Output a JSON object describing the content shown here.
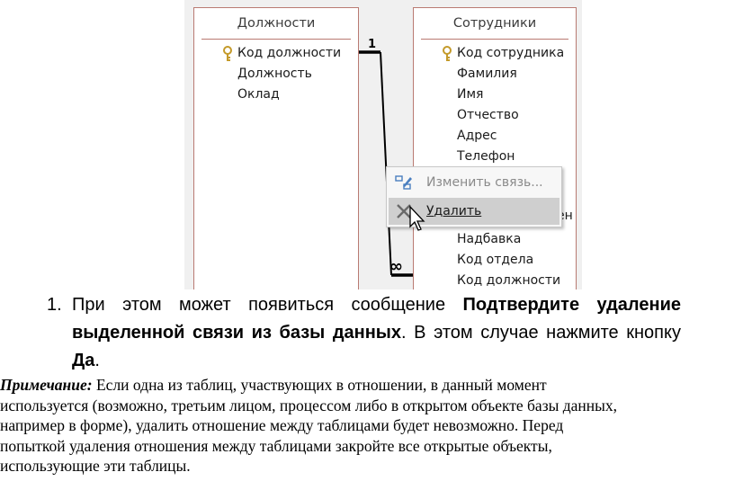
{
  "screenshot": {
    "table1": {
      "title": "Должности",
      "fields": [
        "Код должности",
        "Должность",
        "Оклад"
      ]
    },
    "table2": {
      "title": "Сотрудники",
      "fields": [
        "Код сотрудника",
        "Фамилия",
        "Имя",
        "Отчество",
        "Адрес",
        "Телефон",
        "Надбавка",
        "Код отдела",
        "Код должности"
      ],
      "partial_field_fragment": "ен"
    },
    "relationship": {
      "one_label": "1",
      "many_label": "∞"
    },
    "context_menu": {
      "items": [
        {
          "label": "Изменить связь...",
          "icon": "edit-relationship-icon",
          "enabled": false
        },
        {
          "label": "Удалить",
          "icon": "delete-x-icon",
          "enabled": true,
          "highlighted": true
        }
      ]
    },
    "colors": {
      "table_border": "#b97a72",
      "menu_highlight": "#cfcfcf"
    }
  },
  "list_item": {
    "number": "1.",
    "text_1": "При этом может появиться сообщение ",
    "bold_1": "Подтвердите удаление выделенной связи из базы данных",
    "text_2": ". В этом случае нажмите кнопку ",
    "bold_2": "Да",
    "text_3": "."
  },
  "note": {
    "lead": "Примечание:",
    "lines": [
      " Если одна из таблиц, участвующих в отношении, в данный момент",
      "используется (возможно, третьим лицом, процессом либо в открытом объекте базы данных,",
      "например в форме), удалить отношение между таблицами будет невозможно. Перед",
      "попыткой удаления отношения между таблицами закройте все открытые объекты,",
      "использующие эти таблицы."
    ]
  }
}
